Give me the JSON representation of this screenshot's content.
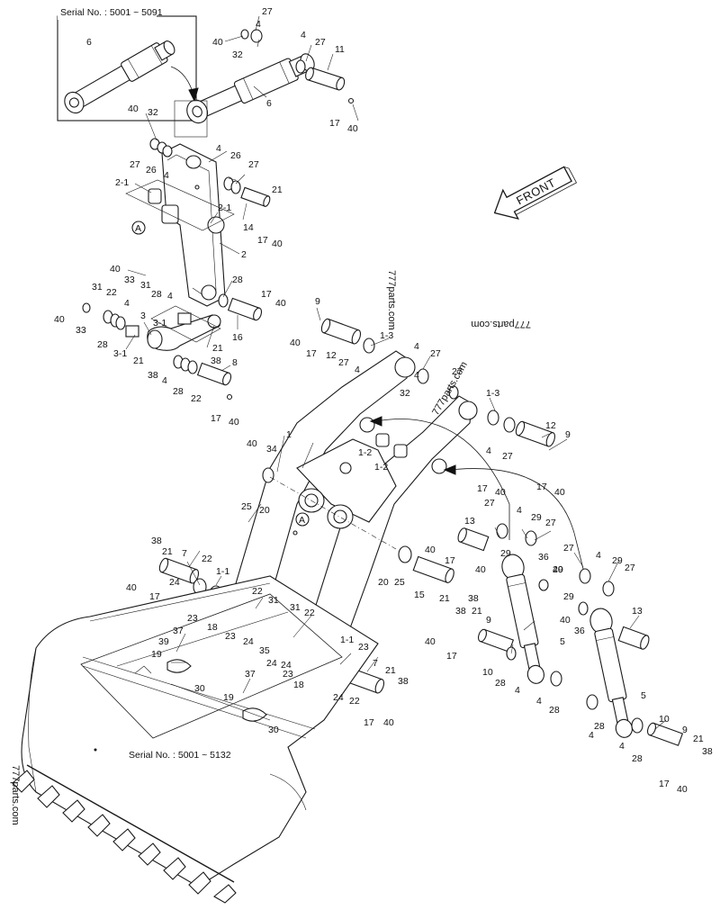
{
  "serials": {
    "top": "Serial No. : 5001 ~ 5091",
    "bucket": "Serial No. : 5001 ~ 5132"
  },
  "front_label": "FRONT",
  "section_marker": "A",
  "watermarks": [
    "777parts.com",
    "777parts.com",
    "777parts.com",
    "777parts.com"
  ],
  "callouts": [
    "27",
    "4",
    "40",
    "32",
    "4",
    "27",
    "11",
    "6",
    "17",
    "40",
    "6",
    "40",
    "32",
    "27",
    "26",
    "4",
    "4",
    "26",
    "27",
    "2-1",
    "21",
    "A",
    "2-1",
    "14",
    "17",
    "40",
    "2",
    "40",
    "33",
    "31",
    "28",
    "4",
    "28",
    "17",
    "40",
    "16",
    "31",
    "22",
    "4",
    "40",
    "33",
    "28",
    "3",
    "3-1",
    "21",
    "3-1",
    "21",
    "38",
    "38",
    "8",
    "4",
    "28",
    "22",
    "17",
    "40",
    "9",
    "40",
    "17",
    "12",
    "27",
    "4",
    "1-3",
    "4",
    "27",
    "32",
    "4",
    "27",
    "1-3",
    "40",
    "34",
    "1",
    "1-2",
    "1-2",
    "12",
    "9",
    "4",
    "27",
    "17",
    "40",
    "25",
    "20",
    "A",
    "13",
    "27",
    "4",
    "29",
    "27",
    "29",
    "40",
    "17",
    "40",
    "36",
    "29",
    "27",
    "4",
    "29",
    "27",
    "40",
    "29",
    "40",
    "36",
    "13",
    "20",
    "25",
    "15",
    "21",
    "38",
    "38",
    "21",
    "7",
    "22",
    "1-1",
    "40",
    "17",
    "24",
    "23",
    "18",
    "22",
    "31",
    "23",
    "24",
    "35",
    "24",
    "31",
    "22",
    "24",
    "23",
    "18",
    "1-1",
    "23",
    "7",
    "21",
    "38",
    "24",
    "22",
    "17",
    "40",
    "38",
    "21",
    "9",
    "40",
    "17",
    "10",
    "28",
    "4",
    "5",
    "28",
    "4",
    "5",
    "28",
    "4",
    "4",
    "28",
    "10",
    "17",
    "40",
    "9",
    "21",
    "38",
    "37",
    "39",
    "19",
    "30",
    "37",
    "19",
    "30",
    "17",
    "40"
  ]
}
